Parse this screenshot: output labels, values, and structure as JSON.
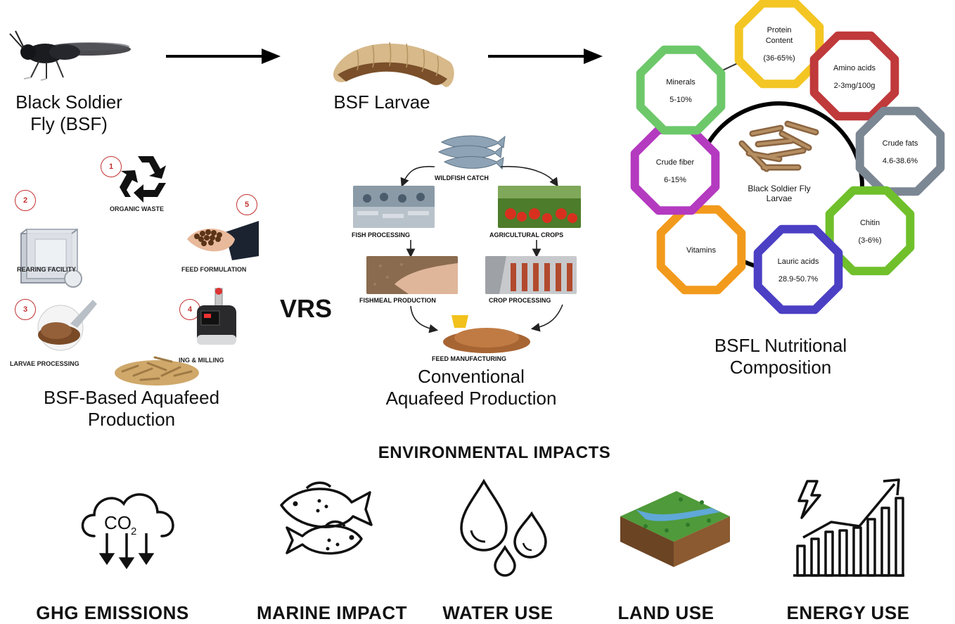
{
  "top_row": {
    "bsf_label_line1": "Black Soldier",
    "bsf_label_line2": "Fly (BSF)",
    "larvae_label": "BSF Larvae"
  },
  "bsf_production": {
    "title_line1": "BSF-Based Aquafeed",
    "title_line2": "Production",
    "steps": [
      {
        "num": "1",
        "label": "ORGANIC WASTE"
      },
      {
        "num": "2",
        "label": "REARING FACILITY"
      },
      {
        "num": "3",
        "label": "LARVAE PROCESSING"
      },
      {
        "num": "4",
        "label": "ING & MILLING"
      },
      {
        "num": "5",
        "label": "FEED FORMULATION"
      }
    ]
  },
  "vrs_label": "VRS",
  "conventional": {
    "title_line1": "Conventional",
    "title_line2": "Aquafeed Production",
    "wildfish": "WILDFISH CATCH",
    "fish_processing": "FISH PROCESSING",
    "agricultural_crops": "AGRICULTURAL CROPS",
    "fishmeal_production": "FISHMEAL PRODUCTION",
    "crop_processing": "CROP PROCESSING",
    "feed_manufacturing": "FEED MANUFACTURING"
  },
  "nutrition": {
    "title_line1": "BSFL Nutritional",
    "title_line2": "Composition",
    "center_line1": "Black Soldier Fly",
    "center_line2": "Larvae",
    "nodes": [
      {
        "name": "Protein Content",
        "line1": "Protein",
        "line2": "Content",
        "value": "(36-65%)",
        "color": "#f3c623"
      },
      {
        "name": "Amino acids",
        "line1": "Amino acids",
        "line2": "",
        "value": "2-3mg/100g",
        "color": "#c0393b"
      },
      {
        "name": "Crude fats",
        "line1": "Crude fats",
        "line2": "",
        "value": "4.6-38.6%",
        "color": "#7c8794"
      },
      {
        "name": "Chitin",
        "line1": "Chitin",
        "line2": "",
        "value": "(3-6%)",
        "color": "#6fc02b"
      },
      {
        "name": "Lauric acids",
        "line1": "Lauric acids",
        "line2": "",
        "value": "28.9-50.7%",
        "color": "#4b3fc4"
      },
      {
        "name": "Vitamins",
        "line1": "Vitamins",
        "line2": "",
        "value": "",
        "color": "#f29a1c"
      },
      {
        "name": "Crude fiber",
        "line1": "Crude fiber",
        "line2": "",
        "value": "6-15%",
        "color": "#b43ac0"
      },
      {
        "name": "Minerals",
        "line1": "Minerals",
        "line2": "",
        "value": "5-10%",
        "color": "#6dc86a"
      }
    ]
  },
  "environment": {
    "heading": "ENVIRONMENTAL IMPACTS",
    "co2_label": "CO",
    "co2_sub": "2",
    "items": [
      {
        "label": "GHG EMISSIONS",
        "icon": "co2-cloud-icon"
      },
      {
        "label": "MARINE IMPACT",
        "icon": "fish-icon"
      },
      {
        "label": "WATER USE",
        "icon": "water-drops-icon"
      },
      {
        "label": "LAND USE",
        "icon": "land-tile-icon"
      },
      {
        "label": "ENERGY USE",
        "icon": "energy-chart-icon"
      }
    ]
  }
}
